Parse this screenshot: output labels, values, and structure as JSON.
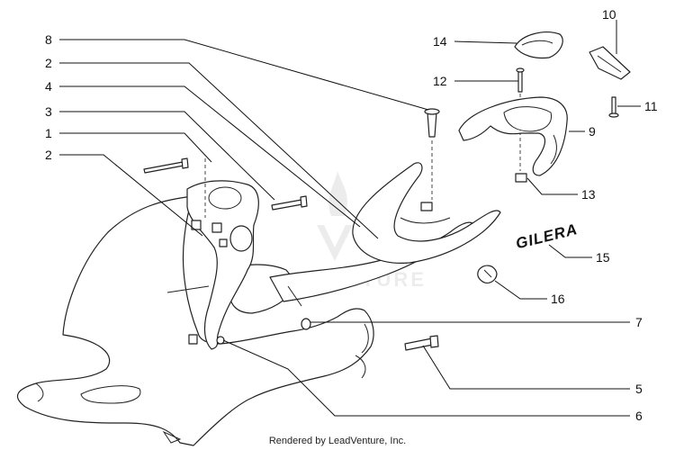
{
  "diagram": {
    "callouts": [
      {
        "id": "c8",
        "number": "8"
      },
      {
        "id": "c2a",
        "number": "2"
      },
      {
        "id": "c4",
        "number": "4"
      },
      {
        "id": "c3",
        "number": "3"
      },
      {
        "id": "c1",
        "number": "1"
      },
      {
        "id": "c2b",
        "number": "2"
      },
      {
        "id": "c14",
        "number": "14"
      },
      {
        "id": "c12",
        "number": "12"
      },
      {
        "id": "c10",
        "number": "10"
      },
      {
        "id": "c11",
        "number": "11"
      },
      {
        "id": "c9",
        "number": "9"
      },
      {
        "id": "c13",
        "number": "13"
      },
      {
        "id": "c15",
        "number": "15"
      },
      {
        "id": "c16",
        "number": "16"
      },
      {
        "id": "c7",
        "number": "7"
      },
      {
        "id": "c5",
        "number": "5"
      },
      {
        "id": "c6",
        "number": "6"
      }
    ],
    "decal_text": "GILERA",
    "watermark_text": "LEADVENTURE",
    "credit": "Rendered by LeadVenture, Inc."
  }
}
